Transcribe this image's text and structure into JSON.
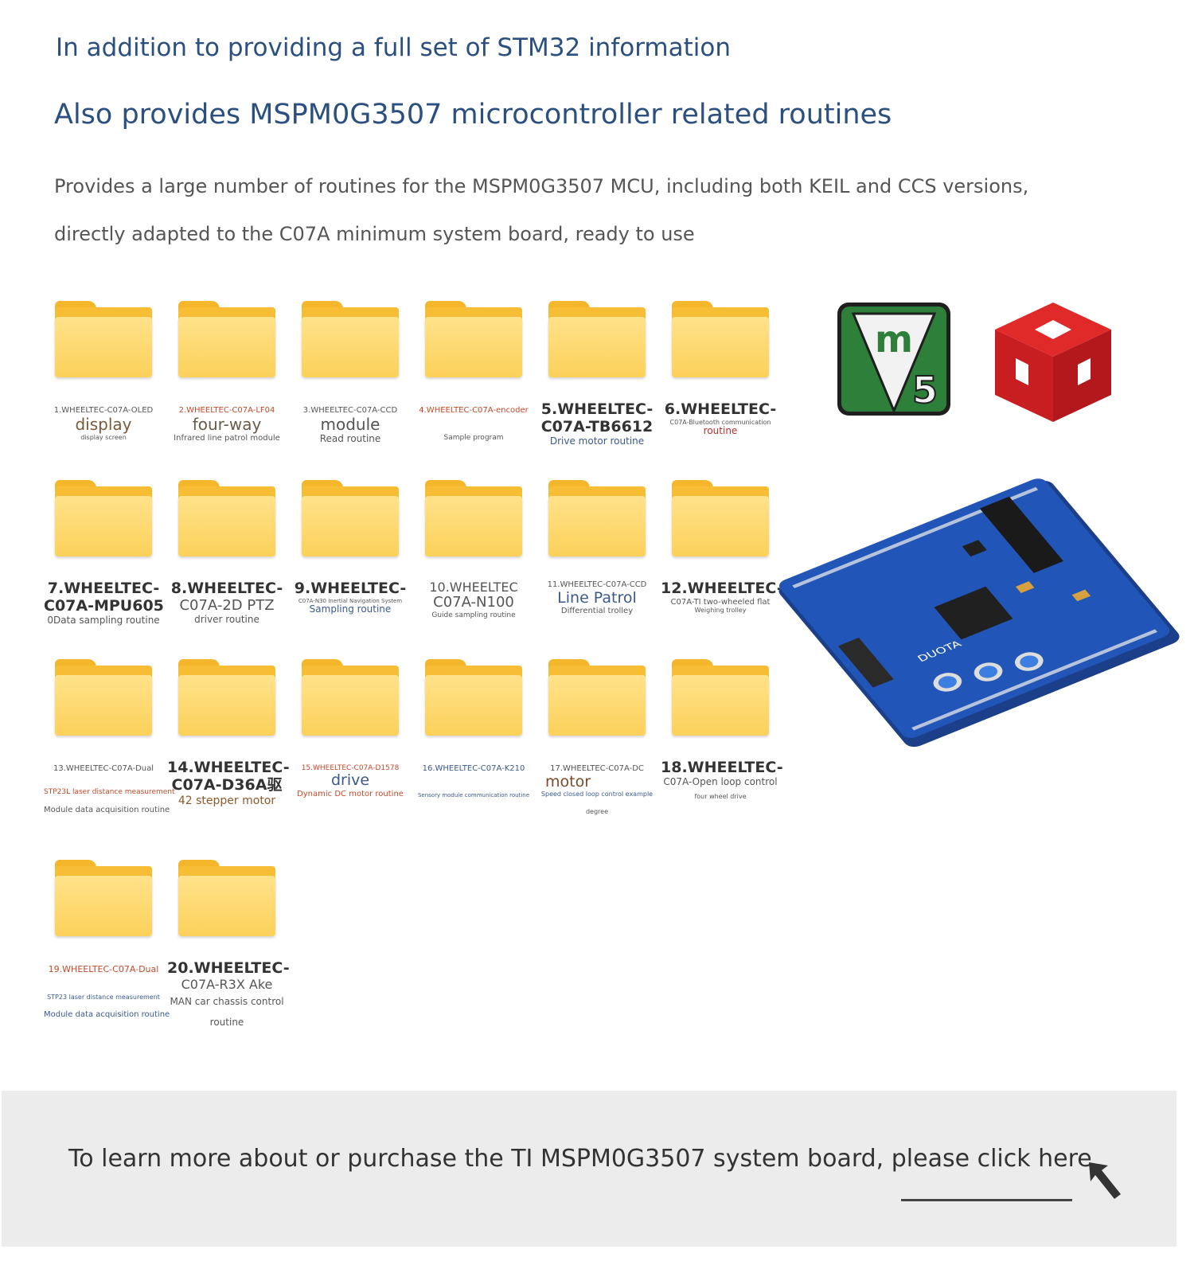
{
  "header": {
    "line1": "In addition to providing a full set of STM32 information",
    "line2": "Also provides MSPM0G3507 microcontroller related routines"
  },
  "intro": {
    "line1": "Provides a large number of routines for the MSPM0G3507 MCU, including both KEIL and CCS versions,",
    "line2": "directly adapted to the C07A minimum system board, ready to use"
  },
  "folders": [
    {
      "lines": [
        "1.WHEELTEC-C07A-OLED",
        "display",
        "display screen"
      ]
    },
    {
      "lines": [
        "2.WHEELTEC-C07A-LF04",
        "four-way",
        "Infrared line patrol module"
      ]
    },
    {
      "lines": [
        "3.WHEELTEC-C07A-CCD",
        "module",
        "Read routine"
      ]
    },
    {
      "lines": [
        "4.WHEELTEC-C07A-encoder",
        "",
        "Sample program"
      ]
    },
    {
      "lines": [
        "5.WHEELTEC-",
        "C07A-TB6612",
        "Drive motor routine"
      ]
    },
    {
      "lines": [
        "6.WHEELTEC-",
        "C07A-Bluetooth communication",
        "routine"
      ]
    },
    {
      "lines": [
        "7.WHEELTEC-",
        "C07A-MPU605",
        "0Data sampling routine"
      ]
    },
    {
      "lines": [
        "8.WHEELTEC-",
        "C07A-2D PTZ",
        "driver routine"
      ]
    },
    {
      "lines": [
        "9.WHEELTEC-",
        "C07A-N30 Inertial Navigation System",
        "Sampling routine"
      ]
    },
    {
      "lines": [
        "10.WHEELTEC",
        "C07A-N100",
        "Guide sampling routine"
      ]
    },
    {
      "lines": [
        "11.WHEELTEC-C07A-CCD",
        "Line Patrol",
        "Differential trolley"
      ]
    },
    {
      "lines": [
        "12.WHEELTEC-",
        "C07A-TI two-wheeled flat",
        "Weighing trolley"
      ]
    },
    {
      "lines": [
        "13.WHEELTEC-C07A-Dual",
        "STP23L laser distance measurement",
        "Module data acquisition routine"
      ]
    },
    {
      "lines": [
        "14.WHEELTEC-",
        "C07A-D36A驱",
        "42 stepper motor"
      ]
    },
    {
      "lines": [
        "15.WHEELTEC-C07A-D1578",
        "drive",
        "Dynamic DC motor routine"
      ]
    },
    {
      "lines": [
        "16.WHEELTEC-C07A-K210",
        "",
        "Sensory module communication routine"
      ]
    },
    {
      "lines": [
        "17.WHEELTEC-C07A-DC",
        "motor",
        "Speed closed loop control example",
        "degree"
      ]
    },
    {
      "lines": [
        "18.WHEELTEC-",
        "C07A-Open loop control",
        "four wheel drive"
      ]
    },
    {
      "lines": [
        "19.WHEELTEC-C07A-Dual",
        "",
        "STP23 laser distance measurement",
        "Module data acquisition routine"
      ]
    },
    {
      "lines": [
        "20.WHEELTEC-",
        "C07A-R3X Ake",
        "MAN car chassis control",
        "routine"
      ]
    }
  ],
  "logos": {
    "mdk_letter": "m",
    "mdk_version": "5"
  },
  "board": {
    "silk_label": "DUOTA"
  },
  "footer": {
    "text": "To learn more about or purchase the TI MSPM0G3507 system board, please click here"
  },
  "colors": {
    "heading": "#2b4f7e",
    "folder": "#fcd15a",
    "footer_bg": "#ececec",
    "mdk_green": "#2d7f3a",
    "cube_red": "#d52027",
    "board_blue": "#2255b8"
  }
}
